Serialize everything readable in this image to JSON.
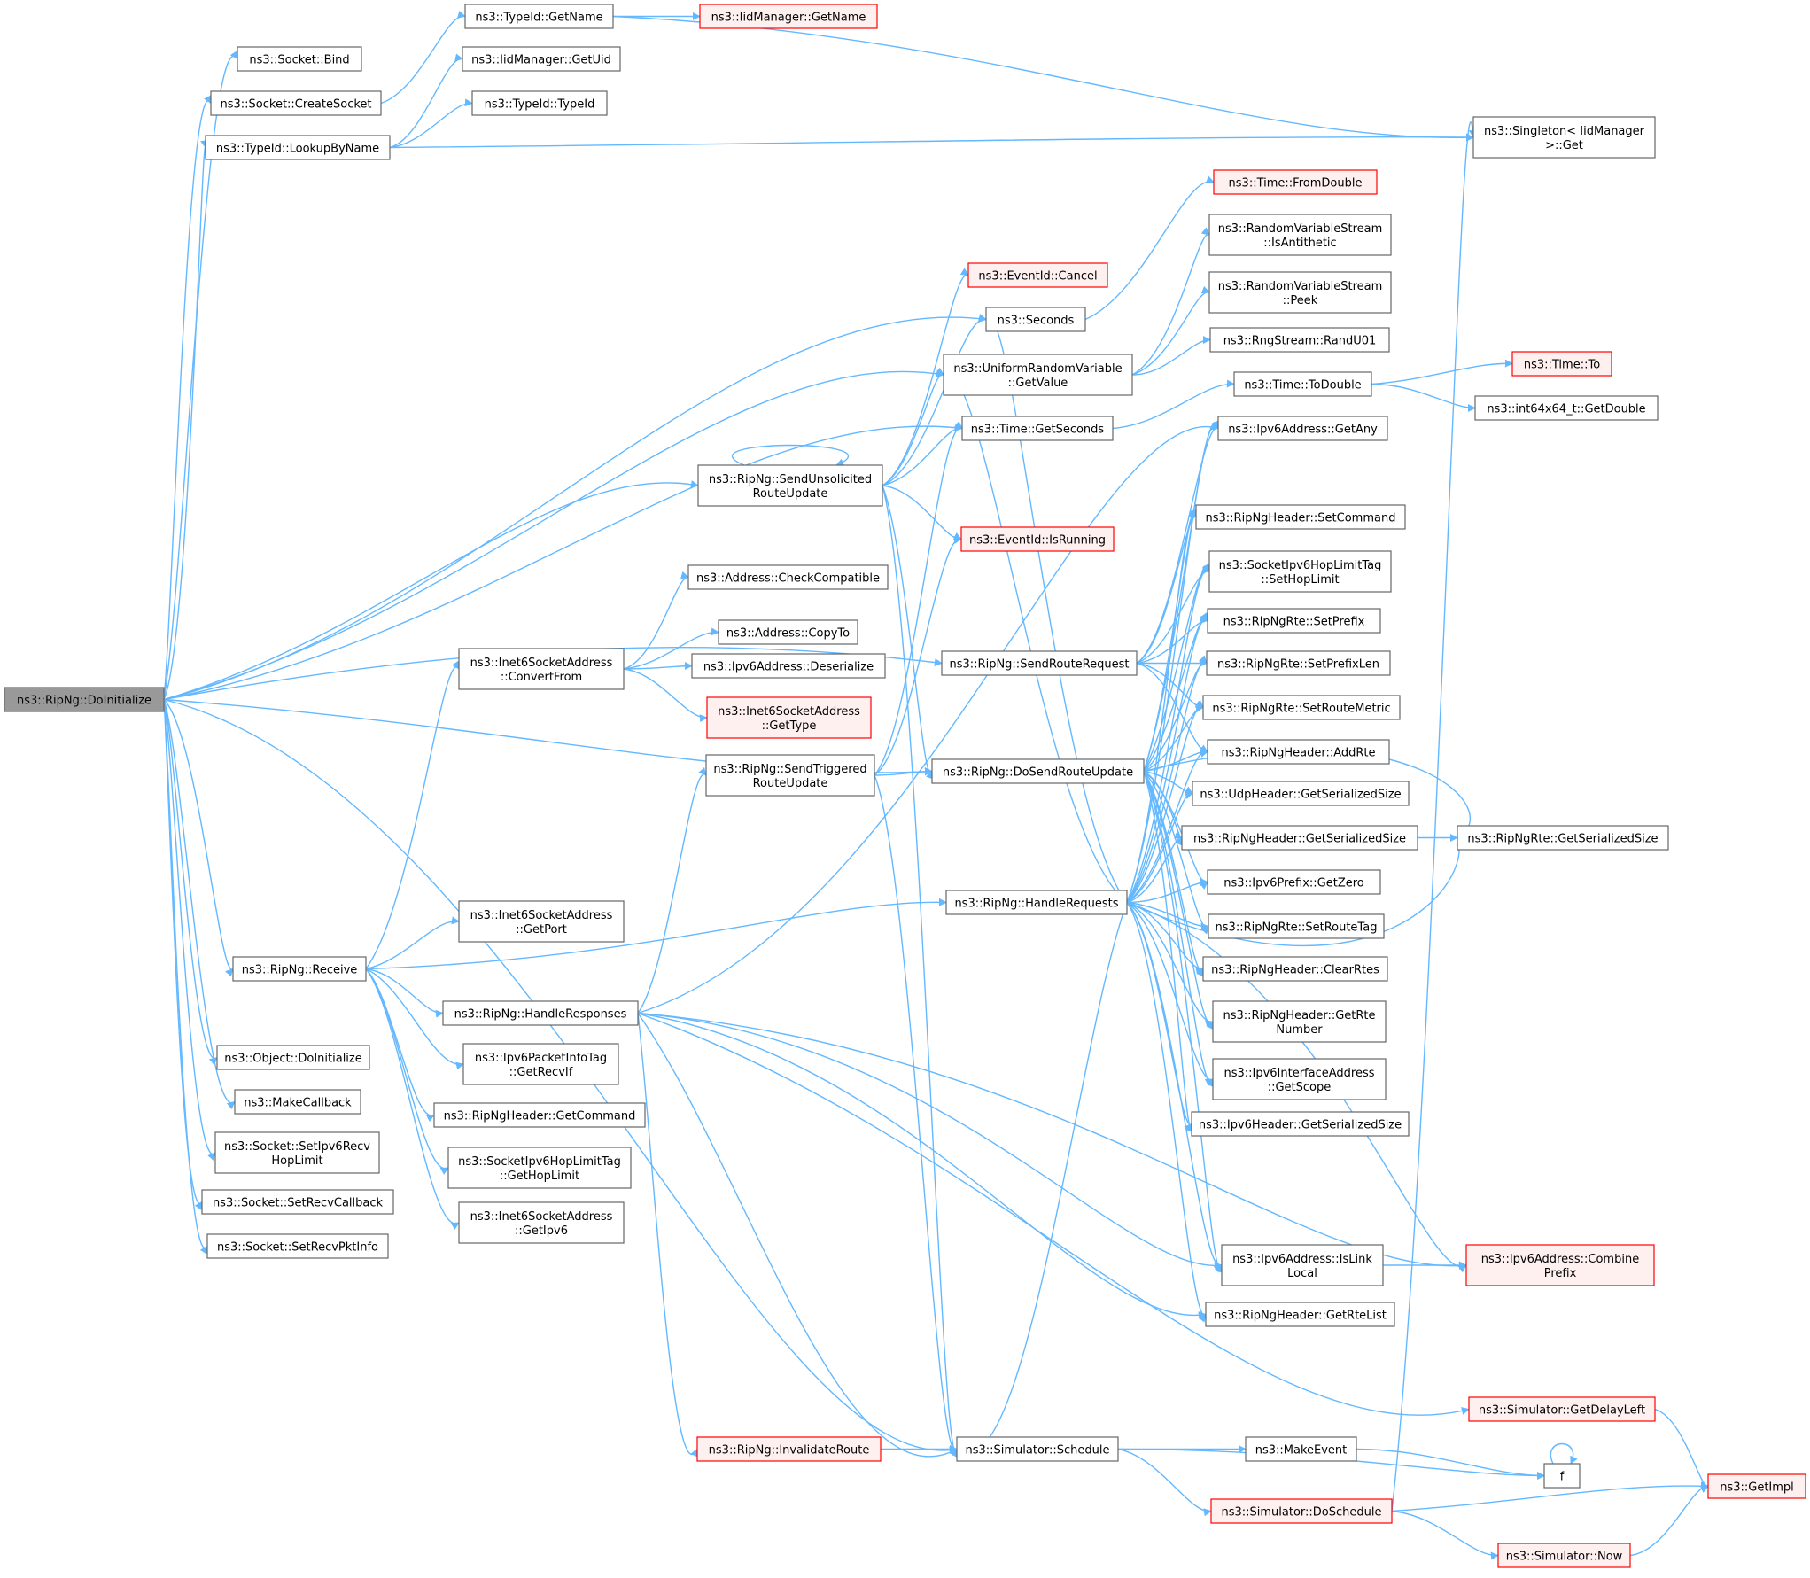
{
  "colors": {
    "edge": "#63b8ff",
    "node_border": "#666666",
    "node_fill": "#ffffff",
    "root_fill": "#999999",
    "truncated_border": "#ff0000",
    "truncated_fill": "#fff0f0",
    "text": "#000000"
  },
  "nodes": [
    {
      "id": "doinit",
      "lines": [
        "ns3::RipNg::DoInitialize"
      ],
      "style": "root"
    },
    {
      "id": "bind",
      "lines": [
        "ns3::Socket::Bind"
      ],
      "style": "normal"
    },
    {
      "id": "createsocket",
      "lines": [
        "ns3::Socket::CreateSocket"
      ],
      "style": "normal"
    },
    {
      "id": "lookupbyname",
      "lines": [
        "ns3::TypeId::LookupByName"
      ],
      "style": "normal"
    },
    {
      "id": "typeid_getname",
      "lines": [
        "ns3::TypeId::GetName"
      ],
      "style": "normal"
    },
    {
      "id": "iidm_getname",
      "lines": [
        "ns3::IidManager::GetName"
      ],
      "style": "truncated"
    },
    {
      "id": "iidm_getuid",
      "lines": [
        "ns3::IidManager::GetUid"
      ],
      "style": "normal"
    },
    {
      "id": "typeid_typeid",
      "lines": [
        "ns3::TypeId::TypeId"
      ],
      "style": "normal"
    },
    {
      "id": "singleton_get",
      "lines": [
        "ns3::Singleton< IidManager",
        ">::Get"
      ],
      "style": "normal"
    },
    {
      "id": "time_fromdouble",
      "lines": [
        "ns3::Time::FromDouble"
      ],
      "style": "truncated"
    },
    {
      "id": "rvs_isanti",
      "lines": [
        "ns3::RandomVariableStream",
        "::IsAntithetic"
      ],
      "style": "normal"
    },
    {
      "id": "rvs_peek",
      "lines": [
        "ns3::RandomVariableStream",
        "::Peek"
      ],
      "style": "normal"
    },
    {
      "id": "eventid_cancel",
      "lines": [
        "ns3::EventId::Cancel"
      ],
      "style": "truncated"
    },
    {
      "id": "seconds",
      "lines": [
        "ns3::Seconds"
      ],
      "style": "normal"
    },
    {
      "id": "urv_getvalue",
      "lines": [
        "ns3::UniformRandomVariable",
        "::GetValue"
      ],
      "style": "normal"
    },
    {
      "id": "rng_randu01",
      "lines": [
        "ns3::RngStream::RandU01"
      ],
      "style": "normal"
    },
    {
      "id": "time_todouble",
      "lines": [
        "ns3::Time::ToDouble"
      ],
      "style": "normal"
    },
    {
      "id": "time_to",
      "lines": [
        "ns3::Time::To"
      ],
      "style": "truncated"
    },
    {
      "id": "int64_getdouble",
      "lines": [
        "ns3::int64x64_t::GetDouble"
      ],
      "style": "normal"
    },
    {
      "id": "time_getseconds",
      "lines": [
        "ns3::Time::GetSeconds"
      ],
      "style": "normal"
    },
    {
      "id": "ipv6addr_getany",
      "lines": [
        "ns3::Ipv6Address::GetAny"
      ],
      "style": "normal"
    },
    {
      "id": "send_unsolicited",
      "lines": [
        "ns3::RipNg::SendUnsolicited",
        "RouteUpdate"
      ],
      "style": "normal"
    },
    {
      "id": "ripnghdr_setcommand",
      "lines": [
        "ns3::RipNgHeader::SetCommand"
      ],
      "style": "normal"
    },
    {
      "id": "eventid_isrunning",
      "lines": [
        "ns3::EventId::IsRunning"
      ],
      "style": "truncated"
    },
    {
      "id": "hoplimit_set",
      "lines": [
        "ns3::SocketIpv6HopLimitTag",
        "::SetHopLimit"
      ],
      "style": "normal"
    },
    {
      "id": "addr_checkcompat",
      "lines": [
        "ns3::Address::CheckCompatible"
      ],
      "style": "normal"
    },
    {
      "id": "addr_copyto",
      "lines": [
        "ns3::Address::CopyTo"
      ],
      "style": "normal"
    },
    {
      "id": "rte_setprefix",
      "lines": [
        "ns3::RipNgRte::SetPrefix"
      ],
      "style": "normal"
    },
    {
      "id": "inet6_convertfrom",
      "lines": [
        "ns3::Inet6SocketAddress",
        "::ConvertFrom"
      ],
      "style": "normal"
    },
    {
      "id": "ipv6addr_deser",
      "lines": [
        "ns3::Ipv6Address::Deserialize"
      ],
      "style": "normal"
    },
    {
      "id": "send_routerequest",
      "lines": [
        "ns3::RipNg::SendRouteRequest"
      ],
      "style": "normal"
    },
    {
      "id": "rte_setprefixlen",
      "lines": [
        "ns3::RipNgRte::SetPrefixLen"
      ],
      "style": "normal"
    },
    {
      "id": "inet6_gettype",
      "lines": [
        "ns3::Inet6SocketAddress",
        "::GetType"
      ],
      "style": "truncated"
    },
    {
      "id": "rte_setroutemetric",
      "lines": [
        "ns3::RipNgRte::SetRouteMetric"
      ],
      "style": "normal"
    },
    {
      "id": "send_triggered",
      "lines": [
        "ns3::RipNg::SendTriggered",
        "RouteUpdate"
      ],
      "style": "normal"
    },
    {
      "id": "ripnghdr_addrte",
      "lines": [
        "ns3::RipNgHeader::AddRte"
      ],
      "style": "normal"
    },
    {
      "id": "do_sendrouteupdate",
      "lines": [
        "ns3::RipNg::DoSendRouteUpdate"
      ],
      "style": "normal"
    },
    {
      "id": "udphdr_getsersize",
      "lines": [
        "ns3::UdpHeader::GetSerializedSize"
      ],
      "style": "normal"
    },
    {
      "id": "ripnghdr_getsersize",
      "lines": [
        "ns3::RipNgHeader::GetSerializedSize"
      ],
      "style": "normal"
    },
    {
      "id": "rte_getsersize",
      "lines": [
        "ns3::RipNgRte::GetSerializedSize"
      ],
      "style": "normal"
    },
    {
      "id": "ipv6prefix_getzero",
      "lines": [
        "ns3::Ipv6Prefix::GetZero"
      ],
      "style": "normal"
    },
    {
      "id": "handle_requests",
      "lines": [
        "ns3::RipNg::HandleRequests"
      ],
      "style": "normal"
    },
    {
      "id": "inet6_getport",
      "lines": [
        "ns3::Inet6SocketAddress",
        "::GetPort"
      ],
      "style": "normal"
    },
    {
      "id": "rte_setroutetag",
      "lines": [
        "ns3::RipNgRte::SetRouteTag"
      ],
      "style": "normal"
    },
    {
      "id": "receive",
      "lines": [
        "ns3::RipNg::Receive"
      ],
      "style": "normal"
    },
    {
      "id": "ripnghdr_clearrtes",
      "lines": [
        "ns3::RipNgHeader::ClearRtes"
      ],
      "style": "normal"
    },
    {
      "id": "handle_responses",
      "lines": [
        "ns3::RipNg::HandleResponses"
      ],
      "style": "normal"
    },
    {
      "id": "ripnghdr_getrtenum",
      "lines": [
        "ns3::RipNgHeader::GetRte",
        "Number"
      ],
      "style": "normal"
    },
    {
      "id": "object_doinit",
      "lines": [
        "ns3::Object::DoInitialize"
      ],
      "style": "normal"
    },
    {
      "id": "pktinfo_getrecvif",
      "lines": [
        "ns3::Ipv6PacketInfoTag",
        "::GetRecvIf"
      ],
      "style": "normal"
    },
    {
      "id": "ipv6ifaddr_getscope",
      "lines": [
        "ns3::Ipv6InterfaceAddress",
        "::GetScope"
      ],
      "style": "normal"
    },
    {
      "id": "makecallback",
      "lines": [
        "ns3::MakeCallback"
      ],
      "style": "normal"
    },
    {
      "id": "ripnghdr_getcommand",
      "lines": [
        "ns3::RipNgHeader::GetCommand"
      ],
      "style": "normal"
    },
    {
      "id": "ipv6hdr_getsersize",
      "lines": [
        "ns3::Ipv6Header::GetSerializedSize"
      ],
      "style": "normal"
    },
    {
      "id": "socket_setipv6recvhop",
      "lines": [
        "ns3::Socket::SetIpv6Recv",
        "HopLimit"
      ],
      "style": "normal"
    },
    {
      "id": "hoplimit_get",
      "lines": [
        "ns3::SocketIpv6HopLimitTag",
        "::GetHopLimit"
      ],
      "style": "normal"
    },
    {
      "id": "socket_setrecvcb",
      "lines": [
        "ns3::Socket::SetRecvCallback"
      ],
      "style": "normal"
    },
    {
      "id": "inet6_getipv6",
      "lines": [
        "ns3::Inet6SocketAddress",
        "::GetIpv6"
      ],
      "style": "normal"
    },
    {
      "id": "socket_setrecvpktinfo",
      "lines": [
        "ns3::Socket::SetRecvPktInfo"
      ],
      "style": "normal"
    },
    {
      "id": "ipv6addr_islinklocal",
      "lines": [
        "ns3::Ipv6Address::IsLink",
        "Local"
      ],
      "style": "normal"
    },
    {
      "id": "ipv6addr_combineprefix",
      "lines": [
        "ns3::Ipv6Address::Combine",
        "Prefix"
      ],
      "style": "truncated"
    },
    {
      "id": "ripnghdr_getrtelist",
      "lines": [
        "ns3::RipNgHeader::GetRteList"
      ],
      "style": "normal"
    },
    {
      "id": "sim_getdelayleft",
      "lines": [
        "ns3::Simulator::GetDelayLeft"
      ],
      "style": "truncated"
    },
    {
      "id": "invalidate_route",
      "lines": [
        "ns3::RipNg::InvalidateRoute"
      ],
      "style": "truncated"
    },
    {
      "id": "sim_schedule",
      "lines": [
        "ns3::Simulator::Schedule"
      ],
      "style": "normal"
    },
    {
      "id": "makeevent",
      "lines": [
        "ns3::MakeEvent"
      ],
      "style": "normal"
    },
    {
      "id": "f",
      "lines": [
        "f"
      ],
      "style": "normal"
    },
    {
      "id": "getimpl",
      "lines": [
        "ns3::GetImpl"
      ],
      "style": "truncated"
    },
    {
      "id": "sim_doschedule",
      "lines": [
        "ns3::Simulator::DoSchedule"
      ],
      "style": "truncated"
    },
    {
      "id": "sim_now",
      "lines": [
        "ns3::Simulator::Now"
      ],
      "style": "truncated"
    }
  ]
}
